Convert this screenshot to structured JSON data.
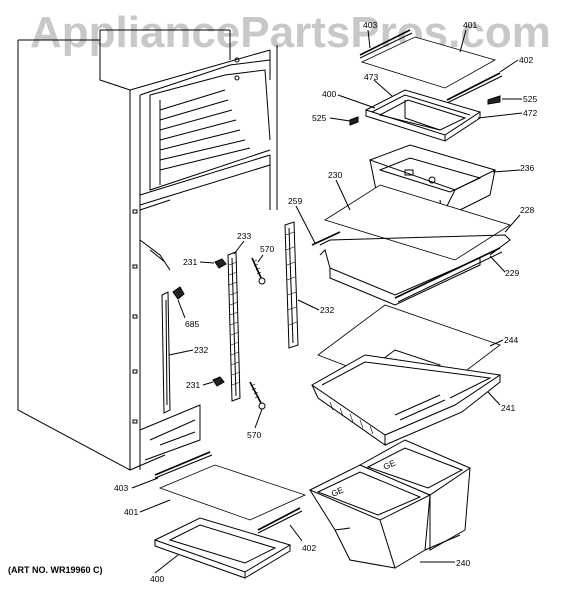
{
  "watermark": "AppliancePartsPros.com",
  "art_number": "(ART NO. WR19960 C)",
  "callouts": {
    "c403_top": "403",
    "c401_top": "401",
    "c402_top": "402",
    "c525_right": "525",
    "c400_top": "400",
    "c473": "473",
    "c472": "472",
    "c525_left": "525",
    "c236": "236",
    "c230": "230",
    "c228": "228",
    "c259": "259",
    "c229": "229",
    "c233": "233",
    "c231_top": "231",
    "c570_top": "570",
    "c685": "685",
    "c232_right": "232",
    "c232_left": "232",
    "c244": "244",
    "c231_bottom": "231",
    "c241": "241",
    "c570_bottom": "570",
    "c403_bottom": "403",
    "c401_bottom": "401",
    "c402_bottom": "402",
    "c400_bottom": "400",
    "c240": "240"
  }
}
